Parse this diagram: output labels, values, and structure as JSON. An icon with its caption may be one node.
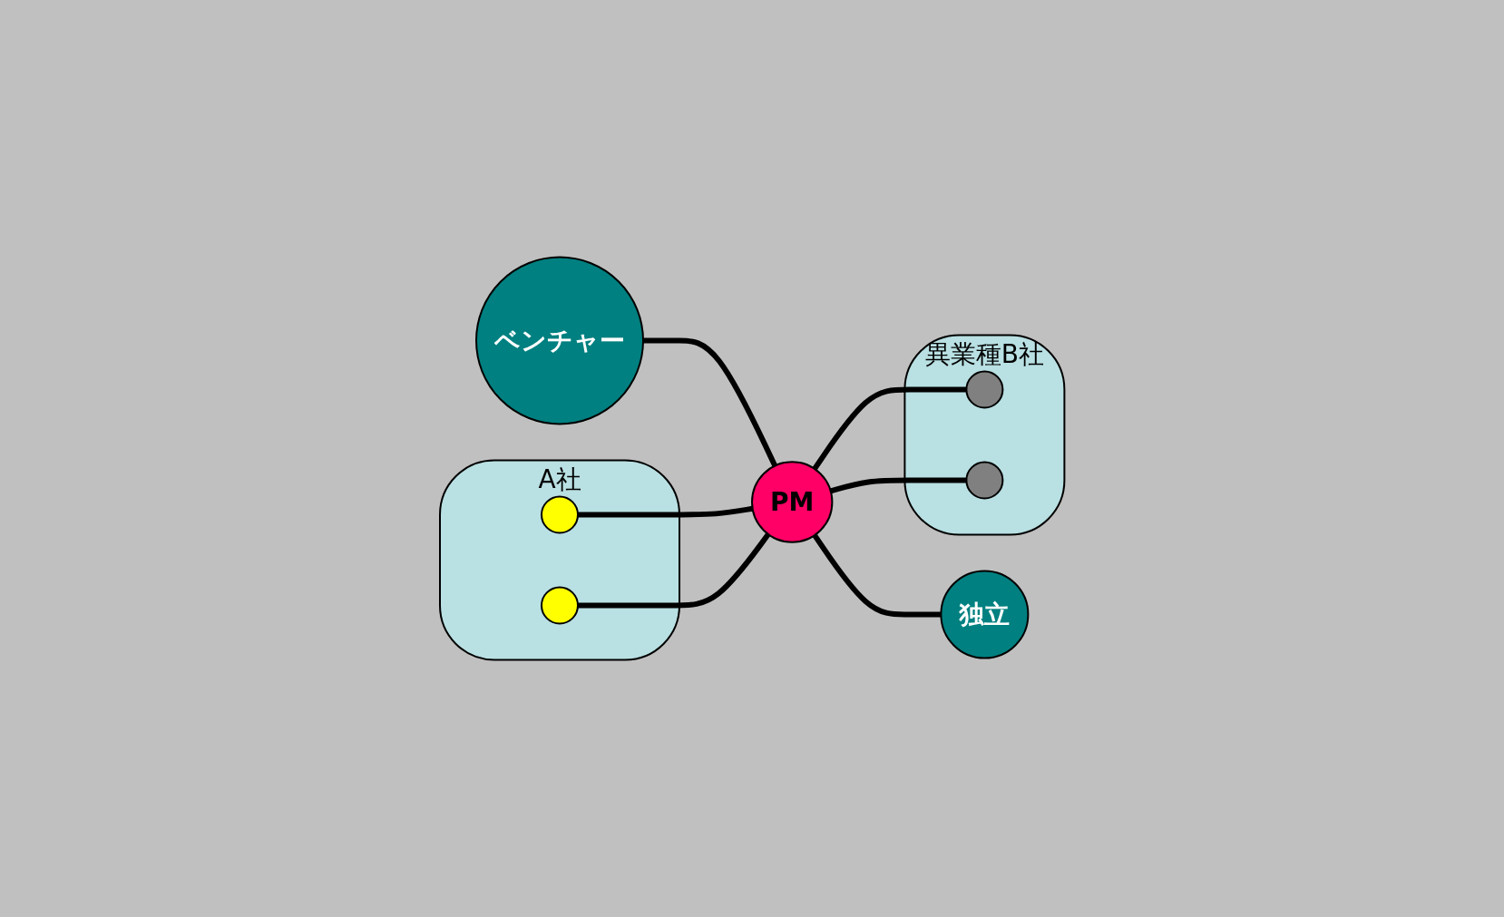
{
  "diagram": {
    "nodes": [
      {
        "text": [
          "A社"
        ]
      },
      {
        "text": [],
        "shape": "circle",
        "in": 0
      },
      {
        "text": [],
        "shape": "circle",
        "in": 0
      },
      {
        "text": [
          "ベンチャー"
        ]
      },
      {
        "text": [
          "PM"
        ]
      },
      {
        "text": [
          "独立"
        ]
      },
      {
        "text": [
          "異業種B社"
        ]
      },
      {
        "text": [],
        "shape": "circle",
        "in": 6
      },
      {
        "text": [],
        "shape": "circle",
        "in": 6
      }
    ],
    "edges": [
      {
        "from": 3,
        "to": 4,
        "arrow": "none"
      },
      {
        "from": 1,
        "to": 4,
        "arrow": "none"
      },
      {
        "from": 2,
        "to": 4,
        "arrow": "none"
      },
      {
        "from": 4,
        "to": 7,
        "arrow": "none"
      },
      {
        "from": 4,
        "to": 8,
        "arrow": "none"
      },
      {
        "from": 4,
        "to": 5,
        "arrow": "none"
      }
    ]
  }
}
